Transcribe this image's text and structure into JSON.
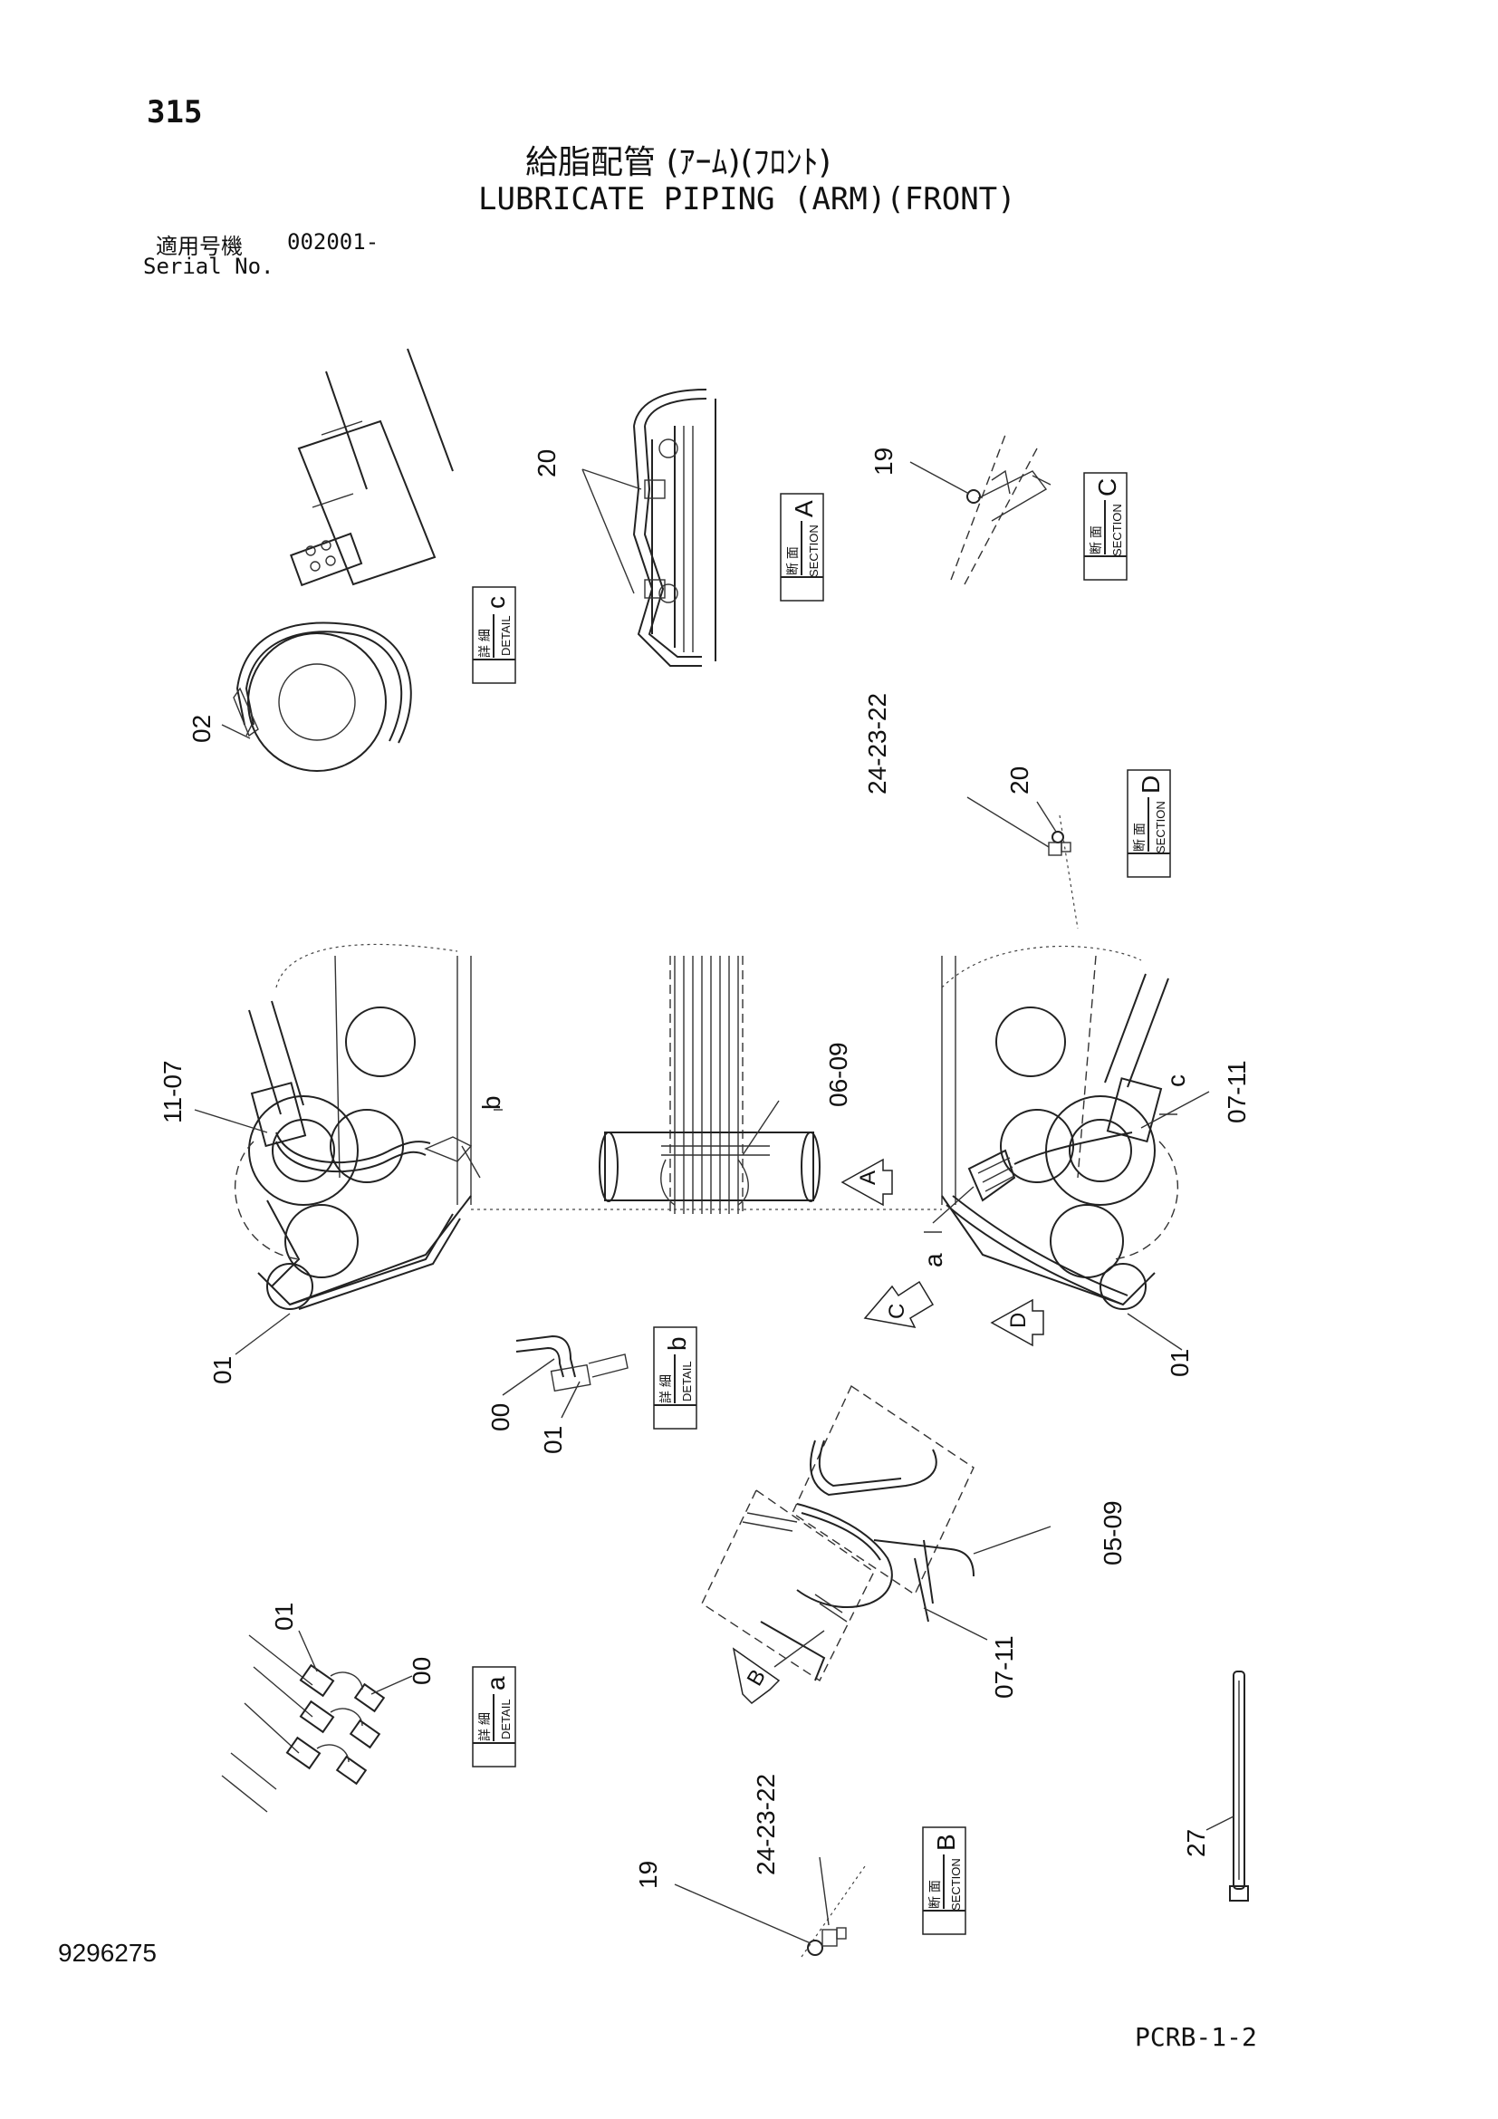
{
  "header": {
    "page_number": "315",
    "title_jp": "給脂配管 (ｱｰﾑ)(ﾌﾛﾝﾄ)",
    "title_en": "LUBRICATE PIPING (ARM)(FRONT)",
    "serial_label_jp": "適用号機",
    "serial_value": "002001-",
    "serial_label_en": "Serial No."
  },
  "footer": {
    "drawing_number": "9296275",
    "sheet_code": "PCRB-1-2"
  },
  "views": {
    "detail_c": {
      "jp": "詳 細",
      "en": "DETAIL",
      "letter": "c"
    },
    "section_a": {
      "jp": "断 面",
      "en": "SECTION",
      "letter": "A"
    },
    "section_c": {
      "jp": "断 面",
      "en": "SECTION",
      "letter": "C"
    },
    "section_d": {
      "jp": "断 面",
      "en": "SECTION",
      "letter": "D"
    },
    "detail_b": {
      "jp": "詳 細",
      "en": "DETAIL",
      "letter": "b"
    },
    "detail_a": {
      "jp": "詳 細",
      "en": "DETAIL",
      "letter": "a"
    },
    "section_b": {
      "jp": "断 面",
      "en": "SECTION",
      "letter": "B"
    }
  },
  "callouts": {
    "p02": "02",
    "p20a": "20",
    "p19a": "19",
    "p24_23_22a": "24-23-22",
    "p20b": "20",
    "p11_07a": "11-07",
    "p06_09": "06-09",
    "p07_11a": "07-11",
    "p01a": "01",
    "p01b": "01",
    "p00a": "00",
    "p01c": "01",
    "p05_09": "05-09",
    "p07_11b": "07-11",
    "p01d": "01",
    "p00b": "00",
    "p24_23_22b": "24-23-22",
    "p19b": "19",
    "p27": "27"
  },
  "view_markers": {
    "arrow_a": "A",
    "arrow_c": "C",
    "arrow_d": "D",
    "arrow_b": "B",
    "ref_a": "a",
    "ref_b": "b",
    "ref_c": "c"
  }
}
